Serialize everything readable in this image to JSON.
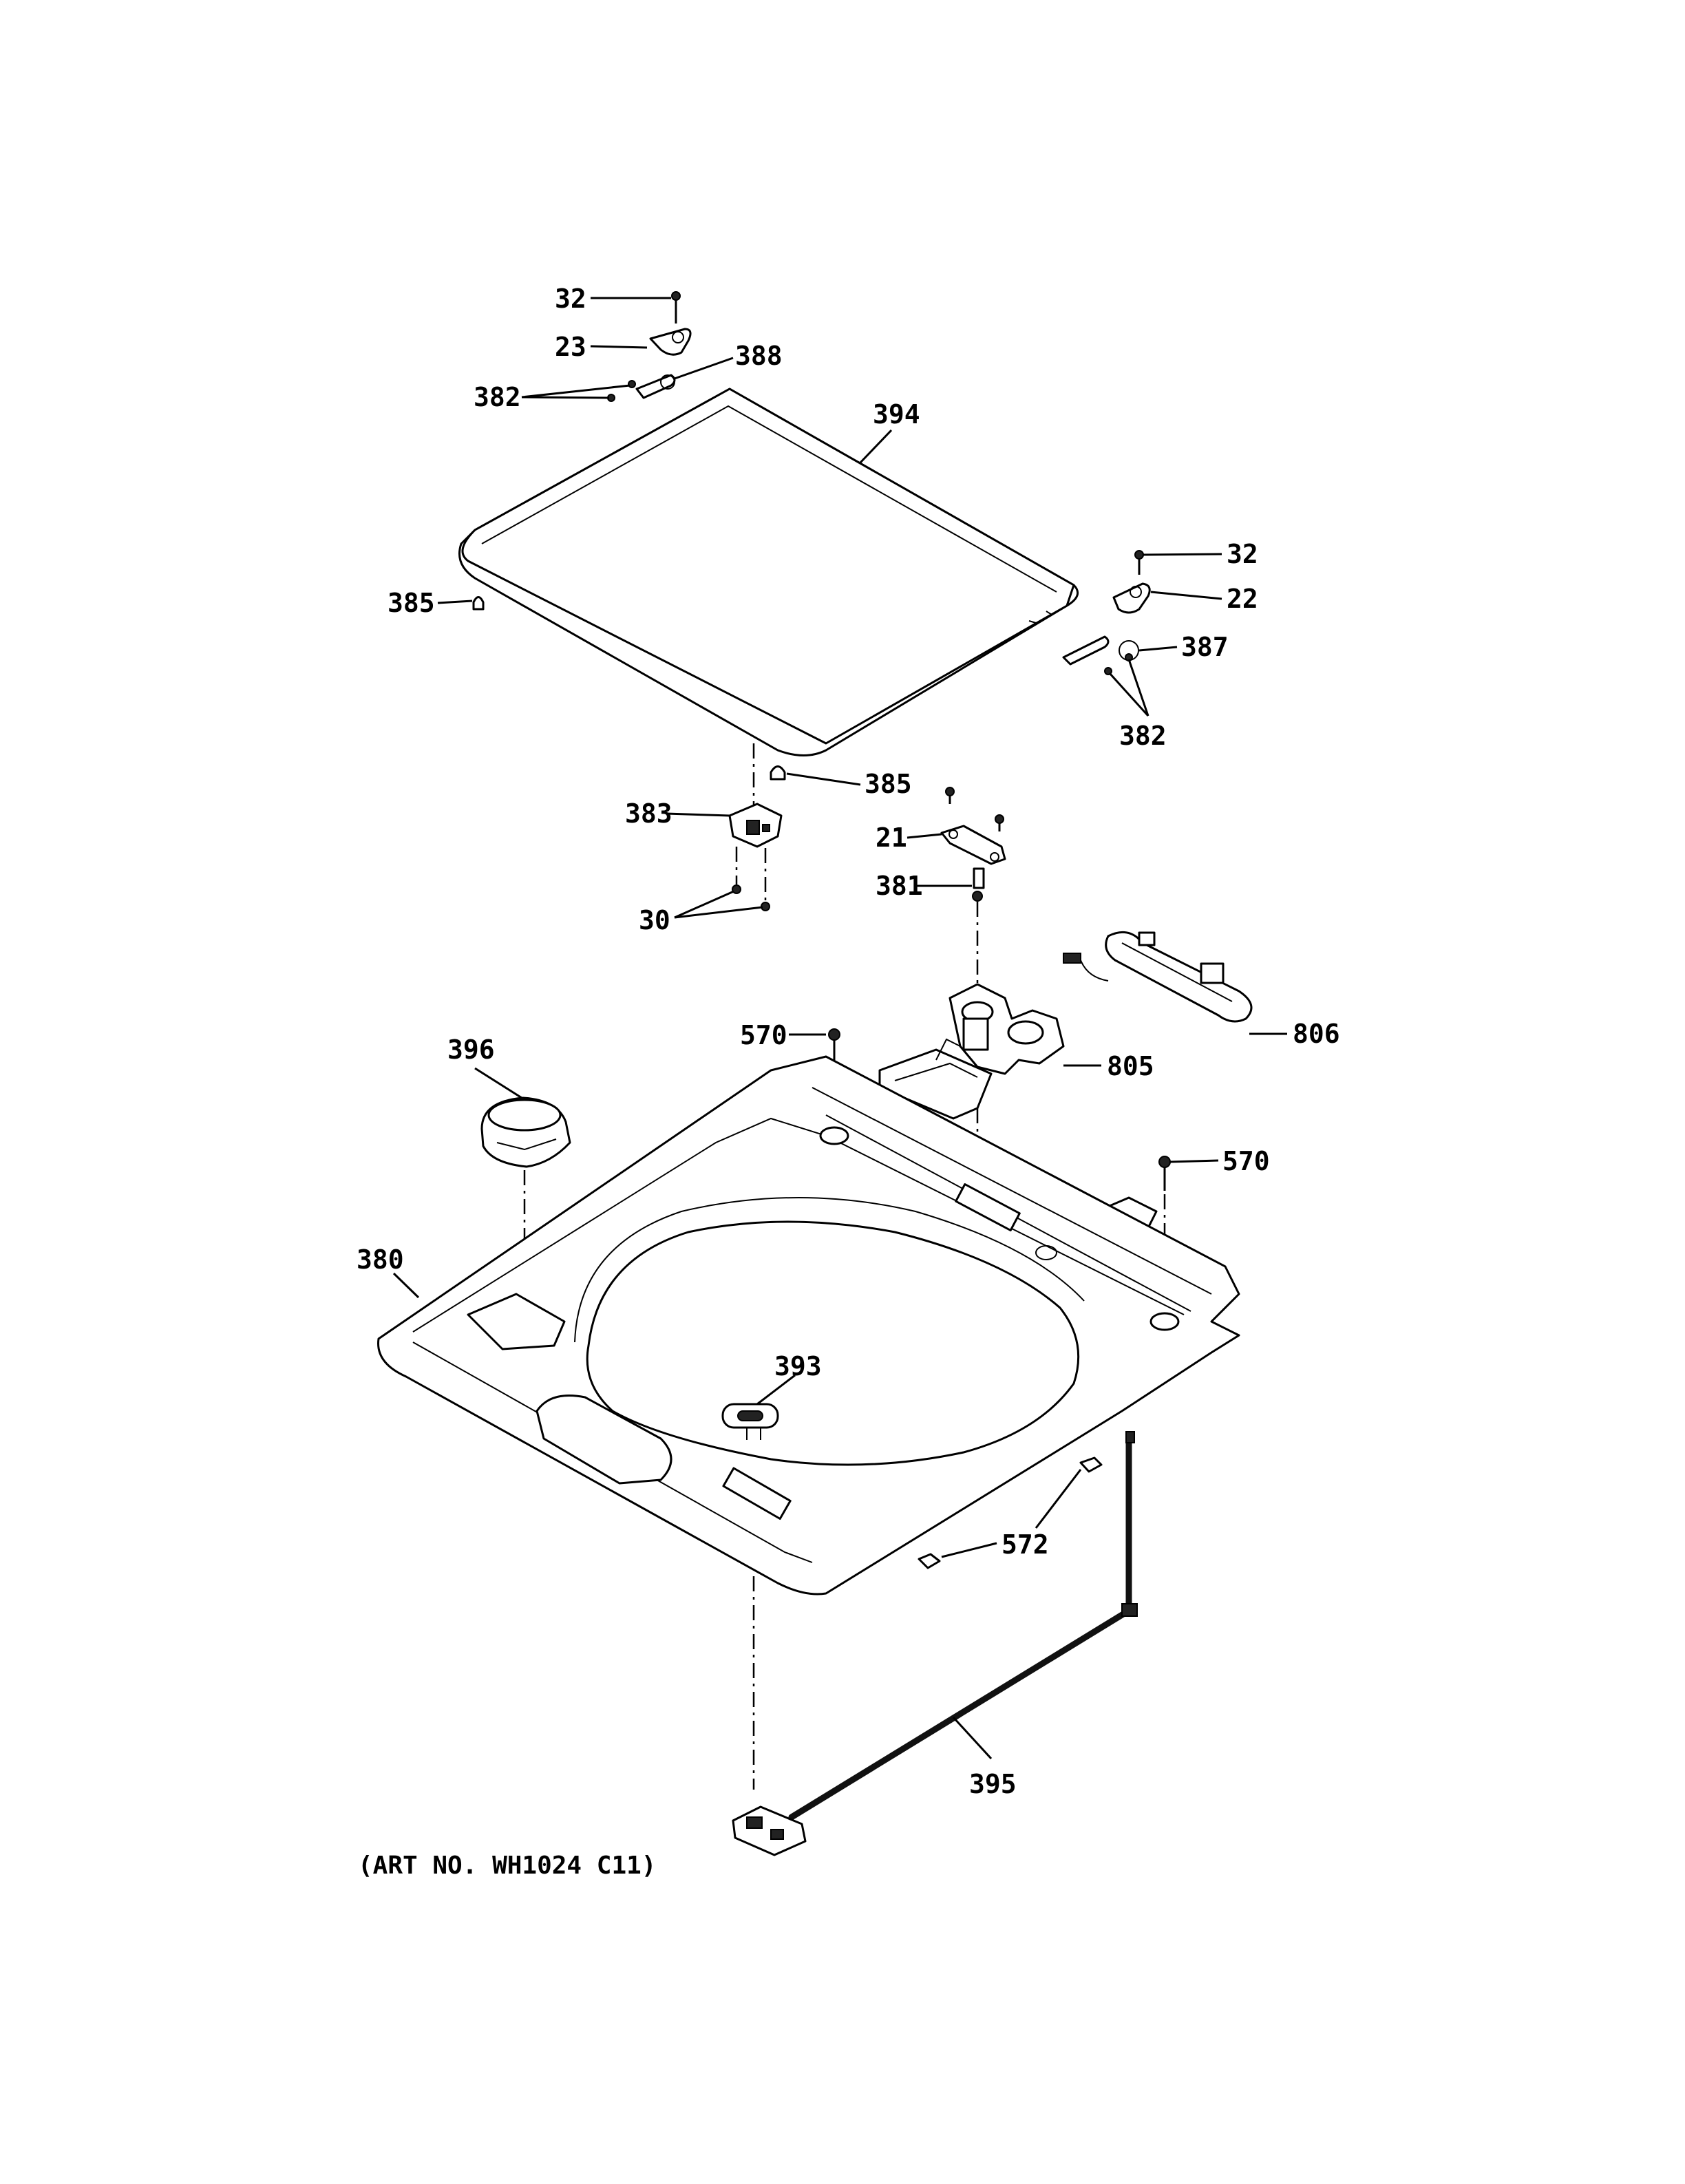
{
  "art_number": "(ART NO. WH1024 C11)",
  "callouts": {
    "c32_top": "32",
    "c23": "23",
    "c388": "388",
    "c382_left": "382",
    "c394": "394",
    "c385_left": "385",
    "c32_right": "32",
    "c22": "22",
    "c387": "387",
    "c382_right": "382",
    "c385_mid": "385",
    "c383": "383",
    "c21": "21",
    "c381": "381",
    "c30": "30",
    "c806": "806",
    "c396": "396",
    "c570_left": "570",
    "c805": "805",
    "c570_right": "570",
    "c380": "380",
    "c393": "393",
    "c572": "572",
    "c395": "395"
  }
}
